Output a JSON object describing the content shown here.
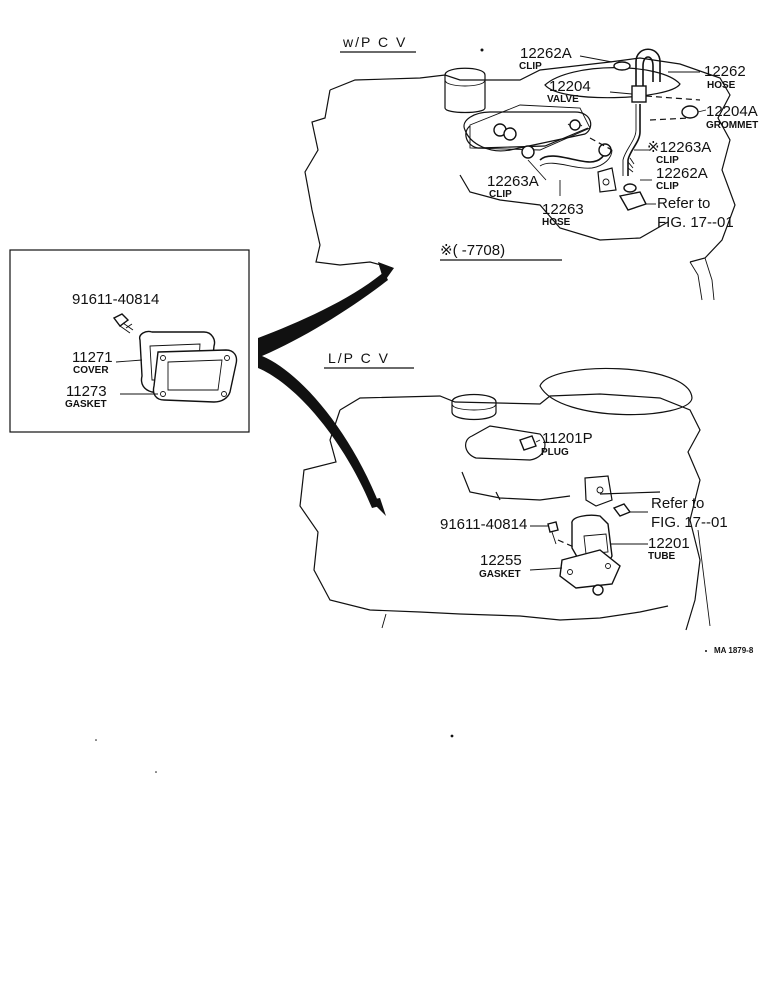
{
  "diagram": {
    "sections": {
      "top_label": "w/P C V",
      "bottom_label": "L/P C V",
      "note": "※(      -7708)"
    },
    "parts_top": [
      {
        "id": "p1",
        "number": "12262A",
        "name": "CLIP"
      },
      {
        "id": "p2",
        "number": "12262",
        "name": "HOSE"
      },
      {
        "id": "p3",
        "number": "12204",
        "name": "VALVE"
      },
      {
        "id": "p4",
        "number": "12204A",
        "name": "GROMMET"
      },
      {
        "id": "p5",
        "number": "※12263A",
        "name": "CLIP"
      },
      {
        "id": "p6",
        "number": "12263A",
        "name": "CLIP"
      },
      {
        "id": "p7",
        "number": "12262A",
        "name": "CLIP"
      },
      {
        "id": "p8",
        "number": "12263",
        "name": "HOSE"
      }
    ],
    "refer_top": {
      "line1": "Refer to",
      "line2": "FIG. 17--01"
    },
    "parts_inset": [
      {
        "id": "i1",
        "number": "91611-40814",
        "name": ""
      },
      {
        "id": "i2",
        "number": "11271",
        "name": "COVER"
      },
      {
        "id": "i3",
        "number": "11273",
        "name": "GASKET"
      }
    ],
    "parts_bottom": [
      {
        "id": "b1",
        "number": "11201P",
        "name": "PLUG"
      },
      {
        "id": "b2",
        "number": "91611-40814",
        "name": ""
      },
      {
        "id": "b3",
        "number": "12201",
        "name": "TUBE"
      },
      {
        "id": "b4",
        "number": "12255",
        "name": "GASKET"
      }
    ],
    "refer_bottom": {
      "line1": "Refer to",
      "line2": "FIG. 17--01"
    },
    "code": "MA 1879-8"
  }
}
